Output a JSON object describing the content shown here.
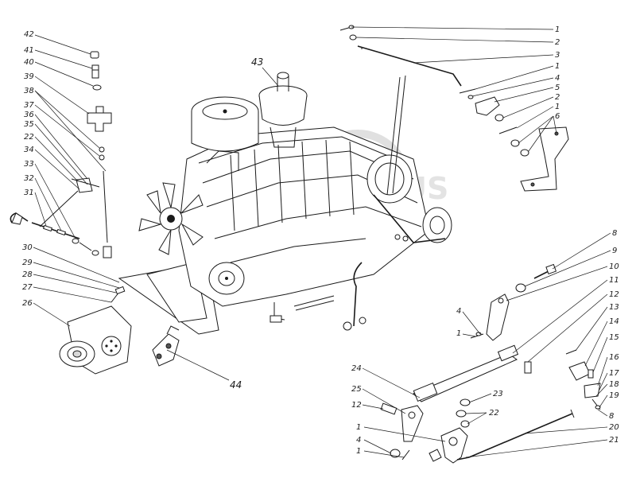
{
  "watermark": "FOCUS",
  "callouts_left": [
    {
      "id": "c42",
      "label": "42"
    },
    {
      "id": "c41",
      "label": "41"
    },
    {
      "id": "c40",
      "label": "40"
    },
    {
      "id": "c39",
      "label": "39"
    },
    {
      "id": "c38",
      "label": "38"
    },
    {
      "id": "c37",
      "label": "37"
    },
    {
      "id": "c36",
      "label": "36"
    },
    {
      "id": "c35",
      "label": "35"
    },
    {
      "id": "c22a",
      "label": "22"
    },
    {
      "id": "c34",
      "label": "34"
    },
    {
      "id": "c33",
      "label": "33"
    },
    {
      "id": "c32",
      "label": "32"
    },
    {
      "id": "c31",
      "label": "31"
    },
    {
      "id": "c30",
      "label": "30"
    },
    {
      "id": "c29",
      "label": "29"
    },
    {
      "id": "c28",
      "label": "28"
    },
    {
      "id": "c27",
      "label": "27"
    },
    {
      "id": "c26",
      "label": "26"
    }
  ],
  "callouts_top_right": [
    {
      "id": "r1a",
      "label": "1"
    },
    {
      "id": "r2a",
      "label": "2"
    },
    {
      "id": "r3",
      "label": "3"
    },
    {
      "id": "r1b",
      "label": "1"
    },
    {
      "id": "r4a",
      "label": "4"
    },
    {
      "id": "r5",
      "label": "5"
    },
    {
      "id": "r2b",
      "label": "2"
    },
    {
      "id": "r1c",
      "label": "1"
    },
    {
      "id": "r6",
      "label": "6"
    }
  ],
  "callouts_bottom_right": [
    {
      "id": "b8a",
      "label": "8"
    },
    {
      "id": "b9",
      "label": "9"
    },
    {
      "id": "b10",
      "label": "10"
    },
    {
      "id": "b11",
      "label": "11"
    },
    {
      "id": "b12a",
      "label": "12"
    },
    {
      "id": "b13",
      "label": "13"
    },
    {
      "id": "b14",
      "label": "14"
    },
    {
      "id": "b15",
      "label": "15"
    },
    {
      "id": "b16",
      "label": "16"
    },
    {
      "id": "b17",
      "label": "17"
    },
    {
      "id": "b18",
      "label": "18"
    },
    {
      "id": "b19",
      "label": "19"
    },
    {
      "id": "b8b",
      "label": "8"
    },
    {
      "id": "b20",
      "label": "20"
    },
    {
      "id": "b21",
      "label": "21"
    },
    {
      "id": "b4a",
      "label": "4"
    },
    {
      "id": "b1a",
      "label": "1"
    },
    {
      "id": "b24",
      "label": "24"
    },
    {
      "id": "b25",
      "label": "25"
    },
    {
      "id": "b23",
      "label": "23"
    },
    {
      "id": "b12b",
      "label": "12"
    },
    {
      "id": "b22",
      "label": "22"
    },
    {
      "id": "b1b",
      "label": "1"
    },
    {
      "id": "b4b",
      "label": "4"
    },
    {
      "id": "b1c",
      "label": "1"
    }
  ],
  "callouts_main": [
    {
      "id": "m43",
      "label": "43"
    },
    {
      "id": "m44",
      "label": "44"
    }
  ]
}
